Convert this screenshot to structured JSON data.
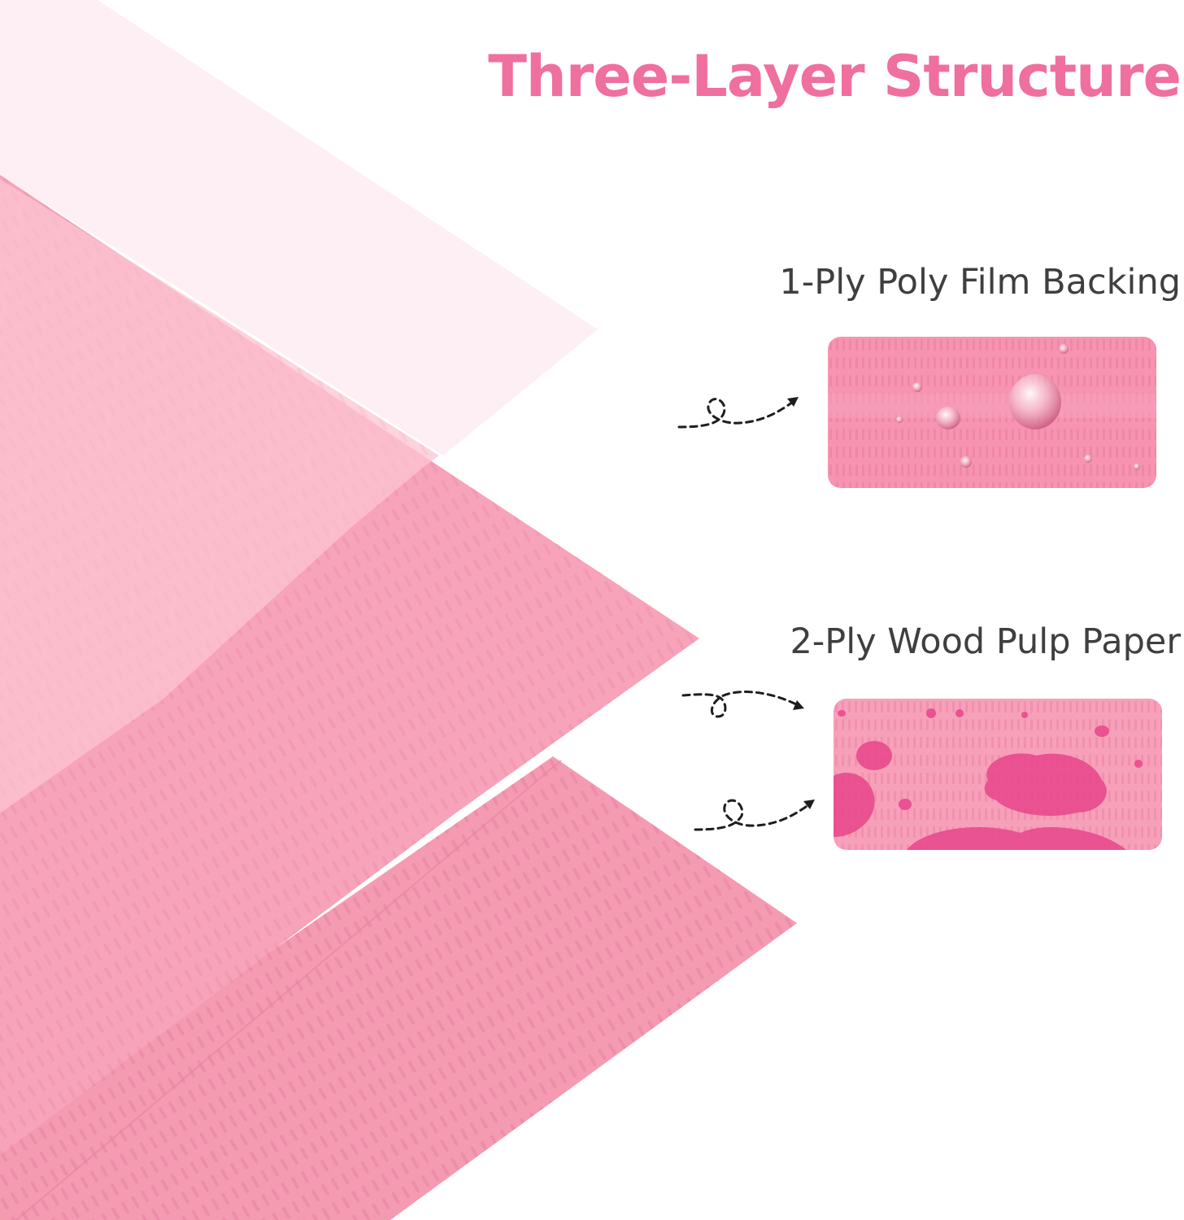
{
  "title": "Three-Layer Structure",
  "layers": [
    {
      "label": "1-Ply Poly Film Backing"
    },
    {
      "label": "2-Ply Wood Pulp Paper"
    }
  ],
  "colors": {
    "title": "#ef6f9e",
    "label_text": "#3f3f3f",
    "sheet_light": "#fde9ee",
    "sheet_mid": "#fbb3c6",
    "sheet_main": "#f7a1b8",
    "sheet_deep": "#f39ab2",
    "swatch_pink": "#f694b2",
    "stain_magenta": "#e8458a",
    "arrow": "#1e1e1e"
  },
  "icons": [
    "dashed-loop-arrow-icon",
    "water-droplet-icon",
    "liquid-stain-icon"
  ]
}
